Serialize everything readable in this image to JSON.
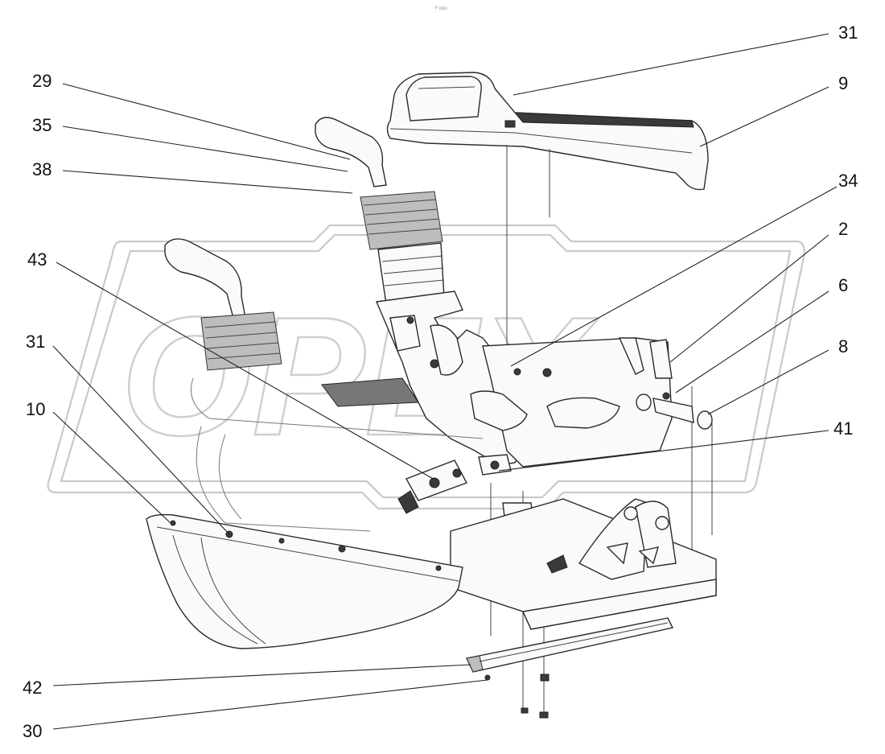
{
  "header_mark": "³² ooo",
  "watermark": {
    "text": "ОРЕХ"
  },
  "callouts": [
    {
      "id": "c31_top",
      "label": "31"
    },
    {
      "id": "c9",
      "label": "9"
    },
    {
      "id": "c29",
      "label": "29"
    },
    {
      "id": "c35",
      "label": "35"
    },
    {
      "id": "c38",
      "label": "38"
    },
    {
      "id": "c34",
      "label": "34"
    },
    {
      "id": "c2",
      "label": "2"
    },
    {
      "id": "c43",
      "label": "43"
    },
    {
      "id": "c6",
      "label": "6"
    },
    {
      "id": "c31_left",
      "label": "31"
    },
    {
      "id": "c8",
      "label": "8"
    },
    {
      "id": "c10",
      "label": "10"
    },
    {
      "id": "c41",
      "label": "41"
    },
    {
      "id": "c42",
      "label": "42"
    },
    {
      "id": "c30",
      "label": "30"
    }
  ]
}
